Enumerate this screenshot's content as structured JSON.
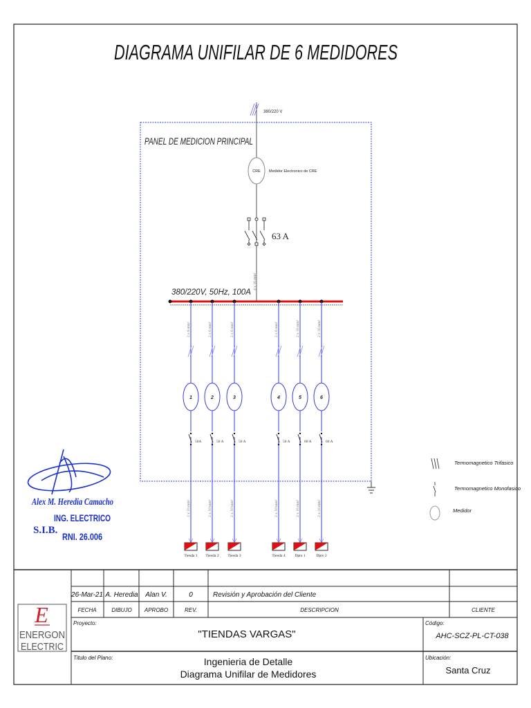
{
  "title": "DIAGRAMA UNIFILAR  DE 6 MEDIDORES",
  "supply_label": "380/220 V",
  "panel_label": "PANEL DE MEDICION PRINCIPAL",
  "main_meter": {
    "label": "CRE",
    "description": "Medidor Electronico de CRE"
  },
  "main_breaker": "63 A",
  "main_cable": "4 x 16 mm²",
  "busbar_label": "380/220V, 50Hz, 100A",
  "feeders": [
    {
      "meter": "1",
      "cable_in": "2 x 6 mm²",
      "breaker": "50A",
      "cable_out": "2 x 10 mm²",
      "load": "Tienda 1"
    },
    {
      "meter": "2",
      "cable_in": "2 x 6 mm²",
      "breaker": "50 A",
      "cable_out": "2 x 10 mm²",
      "load": "Tienda 2"
    },
    {
      "meter": "3",
      "cable_in": "2 x 6 mm²",
      "breaker": "50 A",
      "cable_out": "2 x 10 mm²",
      "load": "Tienda 3"
    },
    {
      "meter": "4",
      "cable_in": "2 x 6 mm²",
      "breaker": "50 A",
      "cable_out": "2 x 10 mm²",
      "load": "Tienda 4"
    },
    {
      "meter": "5",
      "cable_in": "2 x 16 mm²",
      "breaker": "60 A",
      "cable_out": "2 x 16 mm²",
      "load": "Dpto 1"
    },
    {
      "meter": "6",
      "cable_in": "2 x 16 mm²",
      "breaker": "60 A",
      "cable_out": "2 x 16 mm²",
      "load": "Dpto 2"
    }
  ],
  "legend": [
    {
      "icon": "three-phase-breaker-icon",
      "label": "Termomagnetico  Trifasico"
    },
    {
      "icon": "single-phase-breaker-icon",
      "label": "Termomagnetico  Monofasico"
    },
    {
      "icon": "meter-circle-icon",
      "label": "Medidor"
    }
  ],
  "signature": {
    "name": "Alex M. Heredia Camacho",
    "title": "ING. ELECTRICO",
    "seal": "S.I.B.",
    "rni": "RNI. 26.006"
  },
  "title_block": {
    "logo": {
      "line1": "ENERGON",
      "line2": "ELECTRIC",
      "mark": "E"
    },
    "revision": {
      "fecha": "26-Mar-21",
      "dibujo": "A. Heredia",
      "aprobo": "Alan V.",
      "rev": "0",
      "descripcion": "Revisión y Aprobación del Cliente",
      "cliente": ""
    },
    "headers": {
      "fecha": "FECHA",
      "dibujo": "DIBUJO",
      "aprobo": "APROBO",
      "rev": "REV.",
      "descripcion": "DESCRIPCION",
      "cliente": "CLIENTE"
    },
    "proyecto_label": "Proyecto:",
    "proyecto": "\"TIENDAS VARGAS\"",
    "codigo_label": "Código:",
    "codigo": "AHC-SCZ-PL-CT-038",
    "titulo_label": "Titulo del Plano:",
    "titulo_line1": "Ingenieria de Detalle",
    "titulo_line2": "Diagrama Unifilar de Medidores",
    "ubicacion_label": "Ubicación:",
    "ubicacion": "Santa Cruz"
  },
  "colors": {
    "feeder": "#3a3adf",
    "busbar": "#e01010",
    "signature": "#1a2fd0",
    "logo": "#d0202a",
    "panel_border": "#2a3ad0"
  }
}
